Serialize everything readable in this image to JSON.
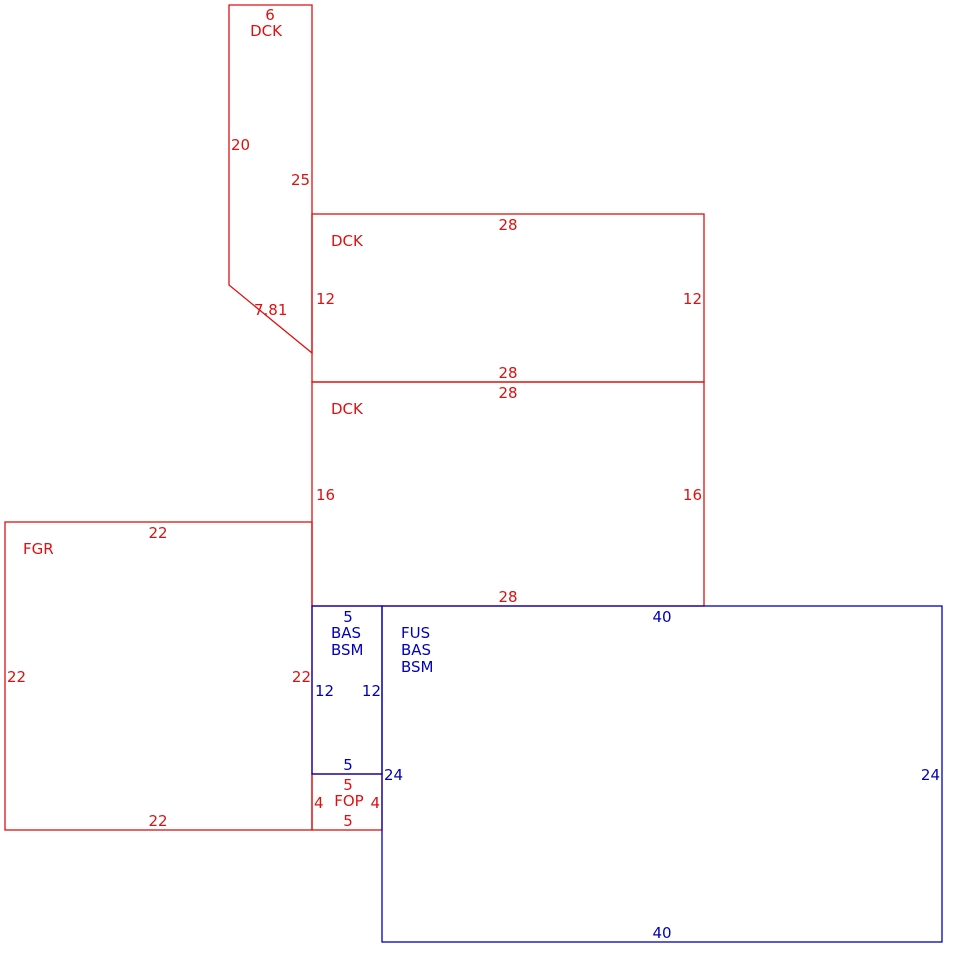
{
  "colors": {
    "annex_outline": "#dd1111",
    "main_outline": "#0000bb"
  },
  "areas": {
    "dck_top": {
      "codes": [
        "DCK"
      ],
      "dimensions": {
        "top": "6",
        "left": "20",
        "right": "25",
        "diagonal": "7.81"
      }
    },
    "dck_middle": {
      "codes": [
        "DCK"
      ],
      "dimensions": {
        "top": "28",
        "left": "12",
        "right": "12",
        "bottom": "28"
      }
    },
    "dck_lower": {
      "codes": [
        "DCK"
      ],
      "dimensions": {
        "top": "28",
        "left": "16",
        "right": "16",
        "bottom": "28"
      }
    },
    "fgr": {
      "codes": [
        "FGR"
      ],
      "dimensions": {
        "top": "22",
        "left": "22",
        "right": "22",
        "bottom": "22"
      }
    },
    "bas_small": {
      "codes": [
        "BAS",
        "BSM"
      ],
      "dimensions": {
        "top": "5",
        "left": "12",
        "right": "12",
        "bottom": "5"
      }
    },
    "fop": {
      "codes": [
        "FOP"
      ],
      "dimensions": {
        "top": "5",
        "left": "4",
        "right": "4",
        "bottom": "5"
      }
    },
    "fus_main": {
      "codes": [
        "FUS",
        "BAS",
        "BSM"
      ],
      "dimensions": {
        "top": "40",
        "left": "24",
        "right": "24",
        "bottom": "40"
      }
    }
  }
}
